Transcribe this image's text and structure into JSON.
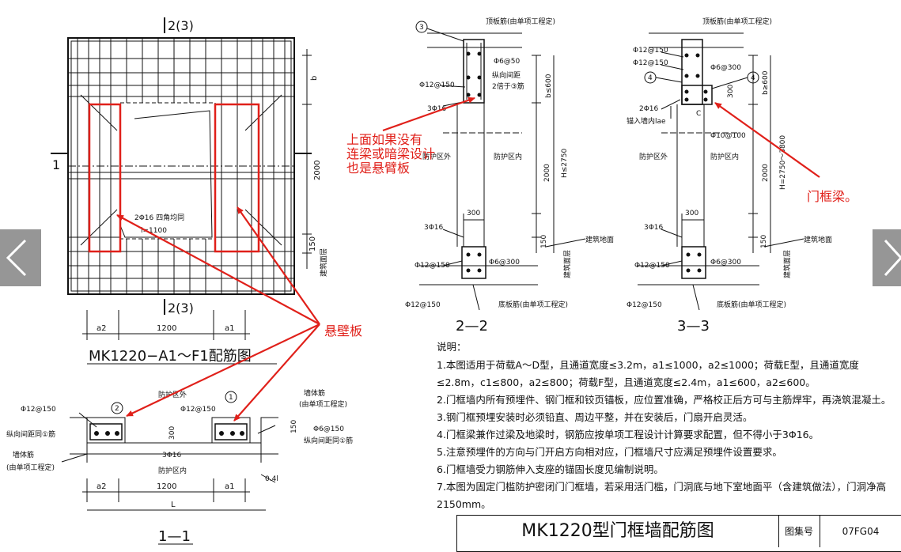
{
  "plan": {
    "section_top": "2(3)",
    "section_bottom": "2(3)",
    "section_side": "1",
    "dim_b": "b",
    "dim_2000": "2000",
    "dim_150": "150",
    "floor_label": "建筑面层",
    "rebar_note_line1": "2Φ16 四角均同",
    "rebar_note_line2": "l=1100",
    "dim_a2": "a2",
    "dim_1200": "1200",
    "dim_a1": "a1",
    "title": "MK1220−A1～F1配筋图"
  },
  "section11": {
    "label_1": "Φ12@150",
    "label_2": "纵向间距同①筋",
    "label_3": "墙体筋",
    "label_4": "(由单项工程定)",
    "outer": "防护区外",
    "inner": "防护区内",
    "label_5": "Φ12@150",
    "label_6": "Φ6@150",
    "label_7": "纵向间距同①筋",
    "label_8": "墙体筋",
    "label_9": "(由单项工程定)",
    "label_10": "3Φ16",
    "dim_300": "300",
    "dim_150": "150",
    "dim_a2": "a2",
    "dim_1200": "1200",
    "dim_a1": "a1",
    "dim_L": "L",
    "dim_04": "0.4l",
    "circle_1": "1",
    "circle_2": "2",
    "title": "1—1"
  },
  "section22": {
    "top_note": "顶板筋(由单项工程定)",
    "circle_3": "3",
    "label_1": "Φ6@50",
    "label_2": "纵向间距",
    "label_3": "2倍于③筋",
    "label_4": "Φ12@150",
    "label_5": "3Φ16",
    "dim_b600": "b≤600",
    "outer": "防护区外",
    "inner": "防护区内",
    "dim_2000": "2000",
    "dim_H": "H≤2750",
    "dim_300": "300",
    "label_6": "3Φ16",
    "dim_150": "150",
    "floor_label": "建筑面层",
    "ground_label": "建筑地面",
    "label_7": "Φ12@150",
    "label_8": "Φ6@300",
    "label_9": "Φ12@150",
    "bottom_note": "底板筋(由单项工程定)",
    "title": "2—2"
  },
  "section33": {
    "top_note": "顶板筋(由单项工程定)",
    "label_1": "Φ12@150",
    "label_2": "Φ12@150",
    "label_3": "Φ6@300",
    "circle_4a": "4",
    "circle_4b": "4",
    "dim_300": "300",
    "dim_b600": "b≥600",
    "label_4": "2Φ16",
    "label_5": "锚入墙内lae",
    "label_c": "C",
    "label_6": "Φ10@100",
    "outer": "防护区外",
    "inner": "防护区内",
    "dim_2000": "2000",
    "dim_H": "H=2750～3800",
    "dim_300b": "300",
    "label_7": "3Φ16",
    "dim_150": "150",
    "floor_label": "建筑面层",
    "ground_label": "建筑地面",
    "label_8": "Φ12@150",
    "label_9": "Φ6@300",
    "label_10": "Φ12@150",
    "bottom_note": "底板筋(由单项工程定)",
    "title": "3—3"
  },
  "annotations": {
    "cantilever_top": [
      "上面如果没有",
      "连梁或暗梁设计",
      "也是悬臂板"
    ],
    "door_beam": "门框梁。",
    "cantilever": "悬壁板"
  },
  "notes": {
    "heading": "说明：",
    "lines": [
      "1.本图适用于荷载A～D型，且通道宽度≤3.2m，a1≤1000，a2≤1000；荷载E型，且通道宽度",
      "≤2.8m，c1≤800，a2≤800；荷载F型，且通道宽度≤2.4m，a1≤600，a2≤600。",
      "2.门框墙内所有预埋件、钢门框和铰页锚板，应位置准确，严格校正后方可与主筋焊牢，再浇筑混凝土。",
      "3.钢门框预埋安装时必须铅直、周边平整，并在安装后，门扇开启灵活。",
      "4.门框梁兼作过梁及地梁时，钢筋应按单项工程设计计算要求配置，但不得小于3Φ16。",
      "5.注意预埋件的方向与门开启方向相对应，门框墙尺寸应满足预埋件设置要求。",
      "6.门框墙受力钢筋伸入支座的锚固长度见编制说明。",
      "7.本图为固定门槛防护密闭门门框墙，若采用活门槛，门洞底与地下室地面平（含建筑做法），门洞净高",
      "2150mm。"
    ]
  },
  "titleblock": {
    "title": "MK1220型门框墙配筋图",
    "label": "图集号",
    "value": "07FG04"
  },
  "nav": {
    "prev_icon": "chevron-left-icon",
    "next_icon": "chevron-right-icon"
  },
  "colors": {
    "annotation": "#e0201a",
    "line": "#111111",
    "nav": "#6e6e6e"
  }
}
